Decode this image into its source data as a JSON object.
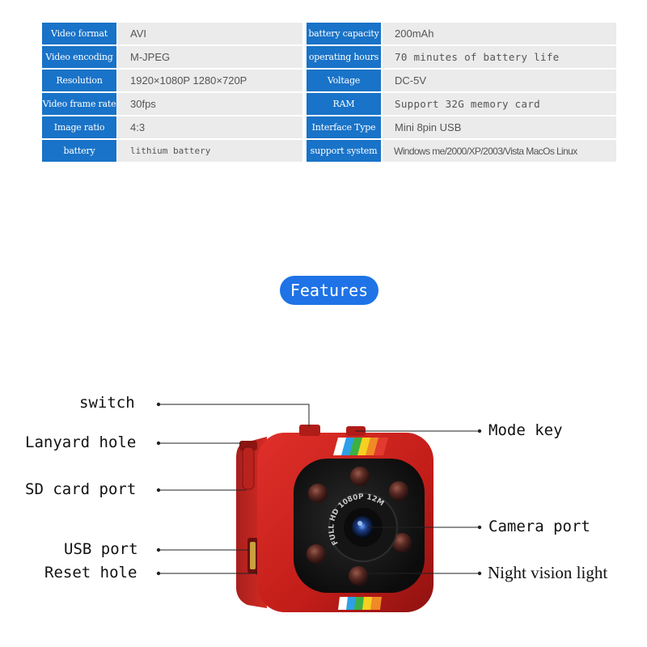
{
  "specs_left": [
    {
      "key": "Video format",
      "value": "AVI"
    },
    {
      "key": "Video encoding",
      "value": "M-JPEG"
    },
    {
      "key": "Resolution",
      "value": "1920×1080P  1280×720P"
    },
    {
      "key": "Video frame rate",
      "value": "30fps"
    },
    {
      "key": "Image ratio",
      "value": "4:3"
    },
    {
      "key": "battery",
      "value": "lithium battery"
    }
  ],
  "specs_right": [
    {
      "key": "battery capacity",
      "value": "200mAh"
    },
    {
      "key": "operating hours",
      "value": "70 minutes of battery life"
    },
    {
      "key": "Voltage",
      "value": "DC-5V"
    },
    {
      "key": "RAM",
      "value": "Support 32G memory card"
    },
    {
      "key": "Interface Type",
      "value": "Mini 8pin USB"
    },
    {
      "key": "support system",
      "value": "Windows me/2000/XP/2003/Vista MacOs Linux"
    }
  ],
  "features_title": "Features",
  "callouts": {
    "switch": "switch",
    "lanyard_hole": "Lanyard hole",
    "sd_card_port": "SD card port",
    "usb_port": "USB port",
    "reset_hole": "Reset hole",
    "mode_key": "Mode key",
    "camera_port": "Camera port",
    "night_vision_light": "Night vision light"
  },
  "lens_text": "FULL HD 1080P 12M",
  "colors": {
    "table_key_bg": "#1973c8",
    "table_val_bg": "#ebebeb",
    "features_pill": "#1f73e6",
    "camera_body": "#c8201c"
  }
}
